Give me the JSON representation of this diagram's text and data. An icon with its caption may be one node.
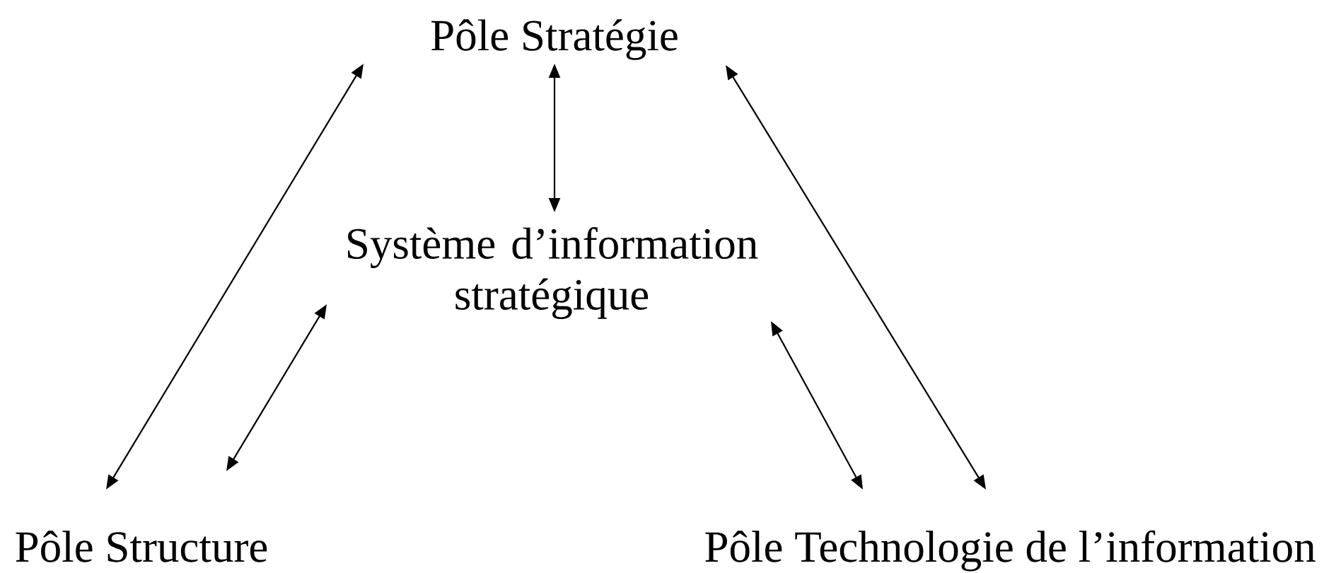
{
  "diagram": {
    "nodes": [
      {
        "text": [
          "Pôle Stratégie"
        ]
      },
      {
        "text": [
          "Système d’information stratégique"
        ]
      },
      {
        "text": [
          "Pôle Structure"
        ]
      },
      {
        "text": [
          "Pôle Technologie de l’information"
        ]
      }
    ],
    "edges": [
      {
        "from": 0,
        "to": 1,
        "arrow": "both"
      },
      {
        "from": 0,
        "to": 2,
        "arrow": "both"
      },
      {
        "from": 0,
        "to": 3,
        "arrow": "both"
      },
      {
        "from": 1,
        "to": 2,
        "arrow": "both"
      },
      {
        "from": 1,
        "to": 3,
        "arrow": "both"
      }
    ]
  }
}
